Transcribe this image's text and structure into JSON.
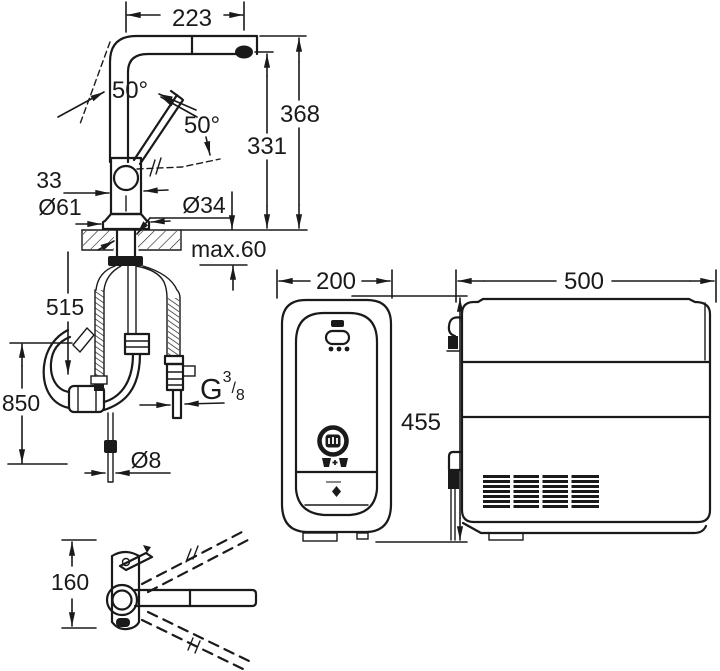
{
  "drawing_type": "technical-dimension-drawing",
  "colors": {
    "line": "#1a1a1a",
    "background": "#ffffff"
  },
  "views": {
    "faucet_front": {
      "dims": {
        "spout_reach": "223",
        "swivel_angle": "50°",
        "handle_angle": "50°",
        "total_height": "368",
        "spout_height": "331",
        "body_width": "33",
        "base_diameter": "Ø61",
        "shank_diameter": "Ø34",
        "max_counter": "max.60",
        "hose_length": "515",
        "connection_height": "850",
        "thread_g": "G",
        "thread_num": "3",
        "thread_slash": "/",
        "thread_den": "8",
        "filter_hose": "Ø8"
      }
    },
    "faucet_side": {
      "dims": {
        "height": "160"
      }
    },
    "cooler_front": {
      "dims": {
        "width": "200",
        "height": "455"
      }
    },
    "cooler_side": {
      "dims": {
        "width": "500"
      }
    }
  },
  "icons": [
    "status-led-icon",
    "display-pill-icon",
    "indicator-dots-icon",
    "filter-size-button-icon",
    "glasses-plus-icon",
    "drop-icon",
    "vent-grille",
    "power-plug-icon",
    "water-inlet-icon"
  ]
}
